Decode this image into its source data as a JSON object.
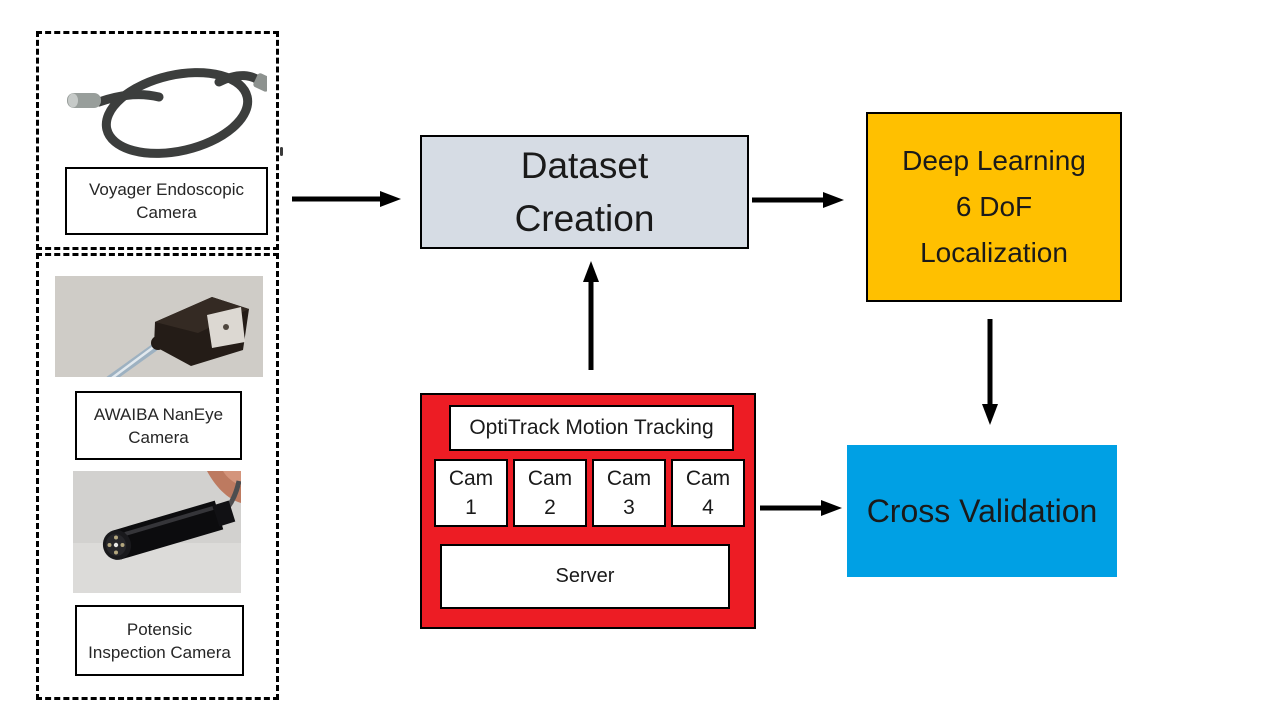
{
  "camera_sources": {
    "voyager": {
      "label_line1": "Voyager Endoscopic",
      "label_line2": "Camera",
      "photo": "voyager-endoscope-photo"
    },
    "awaiba": {
      "label_line1": "AWAIBA NanEye",
      "label_line2": "Camera",
      "photo": "awaiba-naneye-photo"
    },
    "potensic": {
      "label_line1": "Potensic",
      "label_line2": "Inspection Camera",
      "photo": "potensic-inspection-photo"
    }
  },
  "nodes": {
    "dataset_creation": {
      "line1": "Dataset",
      "line2": "Creation",
      "fill": "#d6dce4"
    },
    "deep_learning": {
      "line1": "Deep Learning",
      "line2": "6 DoF",
      "line3": "Localization",
      "fill": "#ffc000"
    },
    "cross_validation": {
      "label": "Cross Validation",
      "fill": "#00a0e4"
    },
    "tracking_system": {
      "fill": "#ed1c24",
      "header": "OptiTrack Motion Tracking",
      "cameras": [
        {
          "line1": "Cam",
          "line2": "1"
        },
        {
          "line1": "Cam",
          "line2": "2"
        },
        {
          "line1": "Cam",
          "line2": "3"
        },
        {
          "line1": "Cam",
          "line2": "4"
        }
      ],
      "server": "Server"
    }
  },
  "arrows": [
    {
      "name": "cameras-to-dataset-creation"
    },
    {
      "name": "dataset-creation-to-deep-learning"
    },
    {
      "name": "tracking-system-to-dataset-creation"
    },
    {
      "name": "deep-learning-to-cross-validation"
    },
    {
      "name": "tracking-system-to-cross-validation"
    }
  ]
}
